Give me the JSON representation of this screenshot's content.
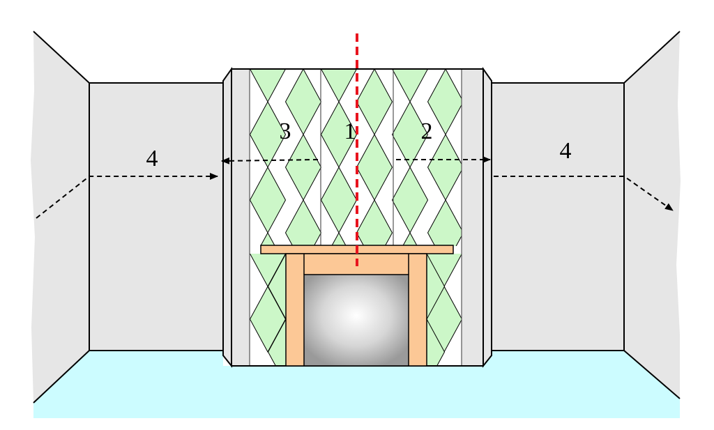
{
  "labels": {
    "center_strip": "1",
    "right_strip": "2",
    "left_strip": "3",
    "left_wall": "4",
    "right_wall": "4"
  },
  "colors": {
    "wall": "#e6e6e6",
    "floor": "#ccfcff",
    "tile": "#ccf7c8",
    "mantel": "#fcc896",
    "guide_line": "#e8141e",
    "outline": "#000000"
  }
}
